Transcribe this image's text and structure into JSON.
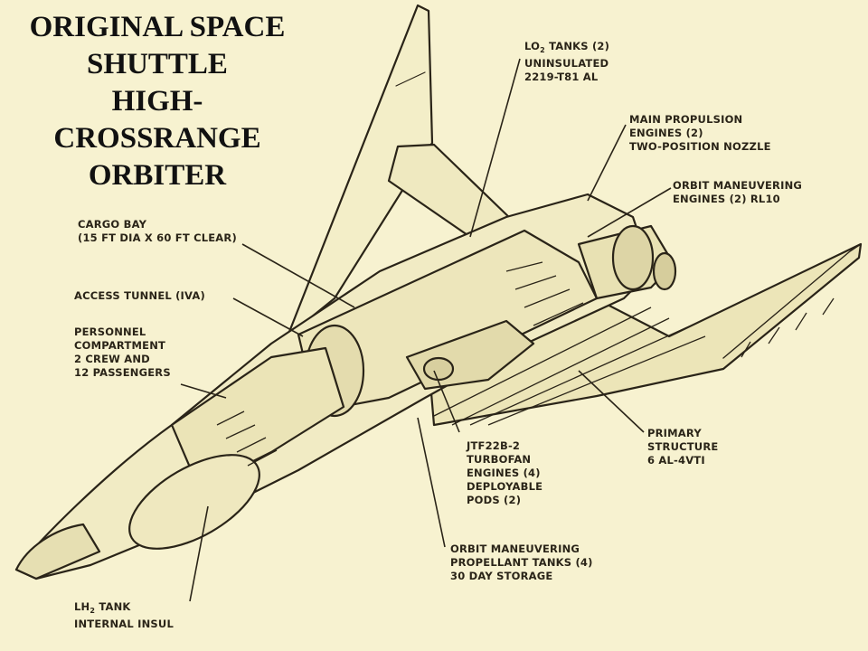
{
  "title": {
    "lines": [
      "ORIGINAL SPACE",
      "SHUTTLE",
      "HIGH-",
      "CROSSRANGE",
      "ORBITER"
    ]
  },
  "labels": {
    "lo2_tanks": {
      "prefix": "LO",
      "sub": "2",
      "suffix": " TANKS (2)",
      "line2": "UNINSULATED",
      "line3": "2219-T81 AL"
    },
    "main_propulsion": {
      "line1": "MAIN PROPULSION",
      "line2": "ENGINES (2)",
      "line3": "TWO-POSITION NOZZLE"
    },
    "orbit_maneuvering_engines": {
      "line1": "ORBIT MANEUVERING",
      "line2": "ENGINES (2) RL10"
    },
    "cargo_bay": {
      "line1": "CARGO BAY",
      "line2": "(15 FT DIA X 60 FT CLEAR)"
    },
    "access_tunnel": {
      "line1": "ACCESS TUNNEL (IVA)"
    },
    "personnel": {
      "line1": "PERSONNEL",
      "line2": "COMPARTMENT",
      "line3": "2 CREW AND",
      "line4": "12 PASSENGERS"
    },
    "primary_structure": {
      "line1": "PRIMARY",
      "line2": "STRUCTURE",
      "line3": "6 AL-4VTI"
    },
    "turbofan": {
      "line1": "JTF22B-2",
      "line2": "TURBOFAN",
      "line3": "ENGINES (4)",
      "line4": "DEPLOYABLE",
      "line5": "PODS (2)"
    },
    "propellant_tanks": {
      "line1": "ORBIT MANEUVERING",
      "line2": "PROPELLANT TANKS (4)",
      "line3": "30 DAY STORAGE"
    },
    "lh2_tank": {
      "prefix": "LH",
      "sub": "2",
      "suffix": " TANK",
      "line2": "INTERNAL INSUL"
    }
  },
  "colors": {
    "paper": "#f7f2d0",
    "ink": "#2a2418",
    "title_ink": "#111111"
  }
}
